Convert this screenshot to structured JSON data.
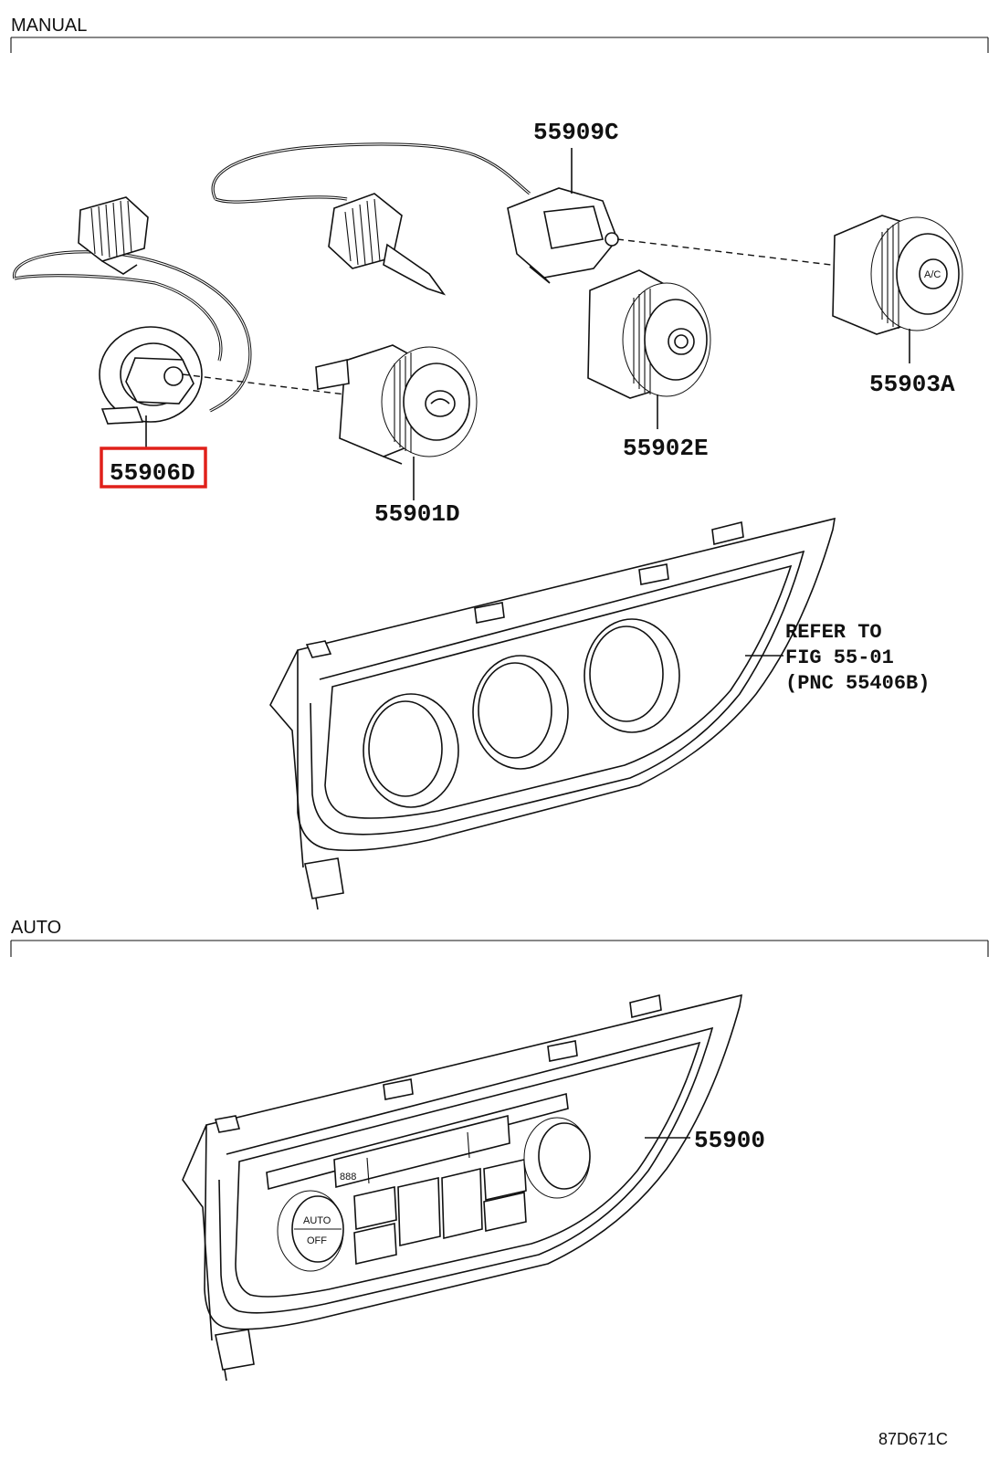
{
  "sections": {
    "manual": "MANUAL",
    "auto": "AUTO"
  },
  "parts": {
    "p55909C": "55909C",
    "p55903A": "55903A",
    "p55902E": "55902E",
    "p55906D": "55906D",
    "p55901D": "55901D",
    "p55900": "55900"
  },
  "reference": {
    "line1": "REFER TO",
    "line2": "FIG 55-01",
    "line3": "(PNC 55406B)"
  },
  "knob_legends": {
    "ac": "A/C",
    "auto": "AUTO",
    "off": "OFF"
  },
  "display_text": "888",
  "figure_code": "87D671C",
  "highlight_color": "#e0201a",
  "highlighted_part": "55906D"
}
